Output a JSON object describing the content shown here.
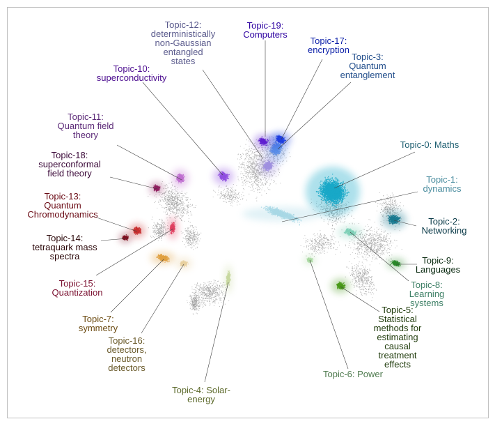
{
  "topics": [
    {
      "id": "topic-12",
      "lines": [
        "Topic-12:",
        "deterministically",
        "non-Gaussian",
        "entangled",
        "states"
      ],
      "color": "#5a5a8c"
    },
    {
      "id": "topic-19",
      "lines": [
        "Topic-19:",
        "Computers"
      ],
      "color": "#2c00a0"
    },
    {
      "id": "topic-17",
      "lines": [
        "Topic-17:",
        "encryption"
      ],
      "color": "#0a1ea8"
    },
    {
      "id": "topic-3",
      "lines": [
        "Topic-3:",
        "Quantum",
        "entanglement"
      ],
      "color": "#234f8c"
    },
    {
      "id": "topic-10",
      "lines": [
        "Topic-10:",
        "superconductivity"
      ],
      "color": "#4b0c8f"
    },
    {
      "id": "topic-11",
      "lines": [
        "Topic-11:",
        "Quantum field",
        "theory"
      ],
      "color": "#5c2a78"
    },
    {
      "id": "topic-18",
      "lines": [
        "Topic-18:",
        "superconformal",
        "field theory"
      ],
      "color": "#3a0838"
    },
    {
      "id": "topic-13",
      "lines": [
        "Topic-13:",
        "Quantum",
        "Chromodynamics"
      ],
      "color": "#6a0a14"
    },
    {
      "id": "topic-14",
      "lines": [
        "Topic-14:",
        "tetraquark mass",
        "spectra"
      ],
      "color": "#2a0608"
    },
    {
      "id": "topic-15",
      "lines": [
        "Topic-15:",
        "Quantization"
      ],
      "color": "#7a1030"
    },
    {
      "id": "topic-7",
      "lines": [
        "Topic-7:",
        "symmetry"
      ],
      "color": "#6b4a10"
    },
    {
      "id": "topic-16",
      "lines": [
        "Topic-16:",
        "detectors,",
        "neutron",
        "detectors"
      ],
      "color": "#6a5a2a"
    },
    {
      "id": "topic-4",
      "lines": [
        "Topic-4: Solar-",
        "energy"
      ],
      "color": "#5d6a2c"
    },
    {
      "id": "topic-0",
      "lines": [
        "Topic-0: Maths"
      ],
      "color": "#1d5e70"
    },
    {
      "id": "topic-1",
      "lines": [
        "Topic-1:",
        "dynamics"
      ],
      "color": "#4c8ea0"
    },
    {
      "id": "topic-2",
      "lines": [
        "Topic-2:",
        "Networking"
      ],
      "color": "#0a3a48"
    },
    {
      "id": "topic-9",
      "lines": [
        "Topic-9:",
        "Languages"
      ],
      "color": "#0a2a10"
    },
    {
      "id": "topic-8",
      "lines": [
        "Topic-8:",
        "Learning",
        "systems"
      ],
      "color": "#3e8066"
    },
    {
      "id": "topic-5",
      "lines": [
        "Topic-5:",
        "Statistical",
        "methods for",
        "estimating",
        "causal",
        "treatment",
        "effects"
      ],
      "color": "#1e3a0a"
    },
    {
      "id": "topic-6",
      "lines": [
        "Topic-6: Power"
      ],
      "color": "#4e7a4e"
    }
  ],
  "cluster_colors": {
    "topic-0": "#19a8c8",
    "topic-1": "#a8d8e6",
    "topic-2": "#1a7a90",
    "topic-3": "#5a8ee8",
    "topic-4": "#c8d8a0",
    "topic-5": "#4a9a1a",
    "topic-6": "#a8d8a0",
    "topic-7": "#e0a040",
    "topic-8": "#80d0b8",
    "topic-9": "#2a8a2a",
    "topic-10": "#9050e0",
    "topic-11": "#c070d0",
    "topic-12": "#a090e0",
    "topic-13": "#c83030",
    "topic-14": "#801020",
    "topic-15": "#e04060",
    "topic-16": "#e8d0a0",
    "topic-17": "#2040e0",
    "topic-18": "#902060",
    "topic-19": "#6020d0",
    "background": "#9a9a9a"
  }
}
